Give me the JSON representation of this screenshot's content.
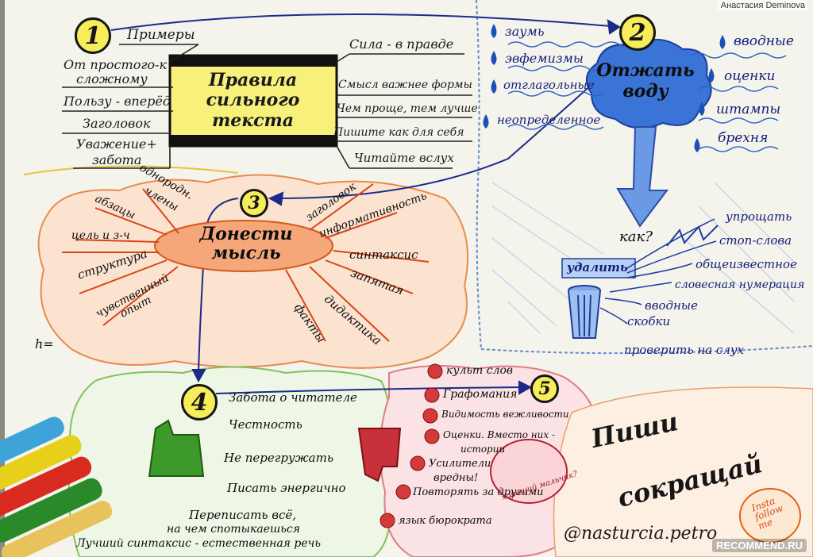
{
  "watermark": "Анастасия Deminova",
  "watermark2": "RECOMMEND.RU",
  "title_box": {
    "line1": "Правила",
    "line2": "сильного",
    "line3": "текста"
  },
  "numbers": [
    "1",
    "2",
    "3",
    "4",
    "5"
  ],
  "section1": {
    "left": [
      "Примеры",
      "От простого-к",
      "сложному",
      "Пользу - вперёд",
      "Заголовок",
      "Уважение+",
      "забота"
    ],
    "right": [
      "Сила - в правде",
      "Смысл важнее формы",
      "Чем проще, тем лучше",
      "Пишите как для себя",
      "Читайте вслух"
    ]
  },
  "section2": {
    "title_line1": "Отжать",
    "title_line2": "воду",
    "left": [
      "заумь",
      "эвфемизмы",
      "отглагольные",
      "неопределенное"
    ],
    "right": [
      "вводные",
      "оценки",
      "штампы",
      "брехня"
    ],
    "how": "как?",
    "delete": "удалить",
    "list": [
      "упрощать",
      "стоп-слова",
      "общеизвестное",
      "словесная нумерация",
      "вводные",
      "скобки",
      "проверить на слух"
    ]
  },
  "section3": {
    "title_line1": "Донести",
    "title_line2": "мысль",
    "left": [
      "однородн.",
      "члены",
      "абзацы",
      "цель и з-ч",
      "структура",
      "чувственный",
      "опыт"
    ],
    "right": [
      "заголовок",
      "информативность",
      "синтаксис",
      "запятая",
      "дидактика",
      "факты"
    ],
    "h_label": "h="
  },
  "section4": {
    "items": [
      "Забота о читателе",
      "Честность",
      "Не перегружать",
      "Писать энергично",
      "Переписать всё,",
      "на чем спотыкаешься",
      "Лучший синтаксис - естественная речь"
    ]
  },
  "section5": {
    "items": [
      "культ слов",
      "Графомания",
      "Видимость вежливости",
      "Оценки. Вместо них -",
      "истории",
      "Усилители",
      "вредны!",
      "Повторять за другими",
      "язык бюрократа"
    ],
    "bubble": "хороший мальчик?"
  },
  "slogan": {
    "line1": "Пиши",
    "line2": "сокращай"
  },
  "signature": "@nasturcia.petro",
  "insta": {
    "line1": "Insta",
    "line2": "follow",
    "line3": "me"
  },
  "colors": {
    "yellow": "#f7ec5a",
    "blue": "#1c3aa6",
    "orange": "#e56a2a",
    "green": "#2a7a1e",
    "red": "#c0281e"
  }
}
